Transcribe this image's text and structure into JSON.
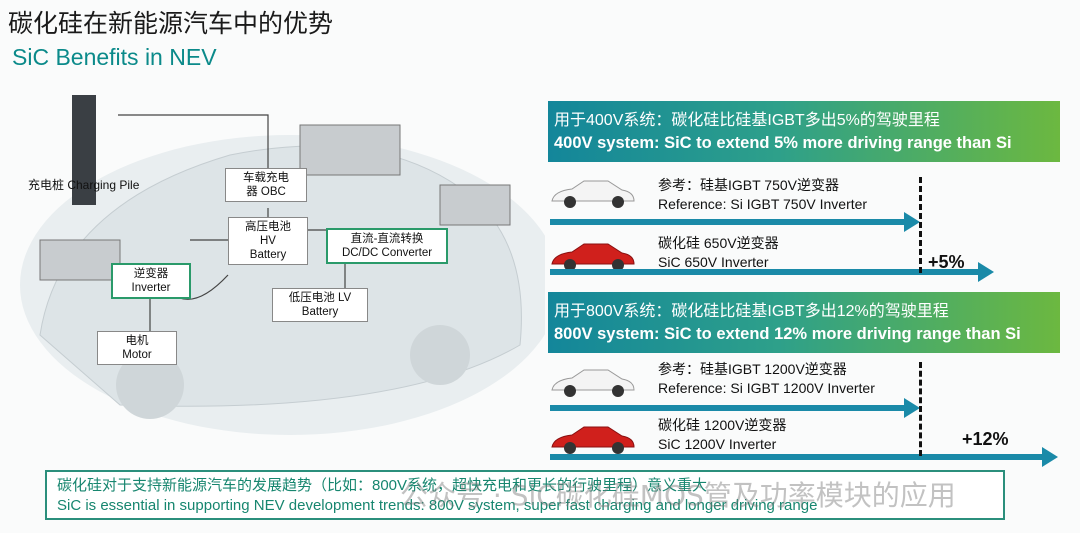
{
  "title": "碳化硅在新能源汽车中的优势",
  "subtitle": "SiC Benefits in NEV",
  "diagram": {
    "charging_pile": "充电桩 Charging Pile",
    "obc": [
      "车载充电",
      "器 OBC"
    ],
    "hv_battery": [
      "高压电池",
      "HV",
      "Battery"
    ],
    "dcdc": [
      "直流-直流转换",
      "DC/DC Converter"
    ],
    "inverter": [
      "逆变器",
      "Inverter"
    ],
    "lv_battery": [
      "低压电池 LV",
      "Battery"
    ],
    "motor": [
      "电机",
      "Motor"
    ]
  },
  "system400": {
    "banner_cn": "用于400V系统：碳化硅比硅基IGBT多出5%的驾驶里程",
    "banner_en": "400V system: SiC to extend 5% more driving range than Si",
    "ref_cn": "参考：硅基IGBT 750V逆变器",
    "ref_en": "Reference: Si IGBT 750V Inverter",
    "sic_cn": "碳化硅 650V逆变器",
    "sic_en": "SiC 650V Inverter",
    "gain": "+5%",
    "gain_value": 5
  },
  "system800": {
    "banner_cn": "用于800V系统：碳化硅比硅基IGBT多出12%的驾驶里程",
    "banner_en": "800V system: SiC to extend 12% more driving range than Si",
    "ref_cn": "参考：硅基IGBT 1200V逆变器",
    "ref_en": "Reference: Si IGBT 1200V Inverter",
    "sic_cn": "碳化硅 1200V逆变器",
    "sic_en": "SiC 1200V Inverter",
    "gain": "+12%",
    "gain_value": 12
  },
  "bottom": {
    "cn": "碳化硅对于支持新能源汽车的发展趋势（比如：800V系统，超快充电和更长的行驶里程）意义重大",
    "en": "SiC is essential in supporting NEV development trends: 800V system, super fast charging and longer driving range"
  },
  "watermark": "公众号 · SiC碳化硅MOS管及功率模块的应用",
  "colors": {
    "teal": "#0b8a8a",
    "arrow": "#1a8aa8",
    "green": "#6cb840"
  }
}
